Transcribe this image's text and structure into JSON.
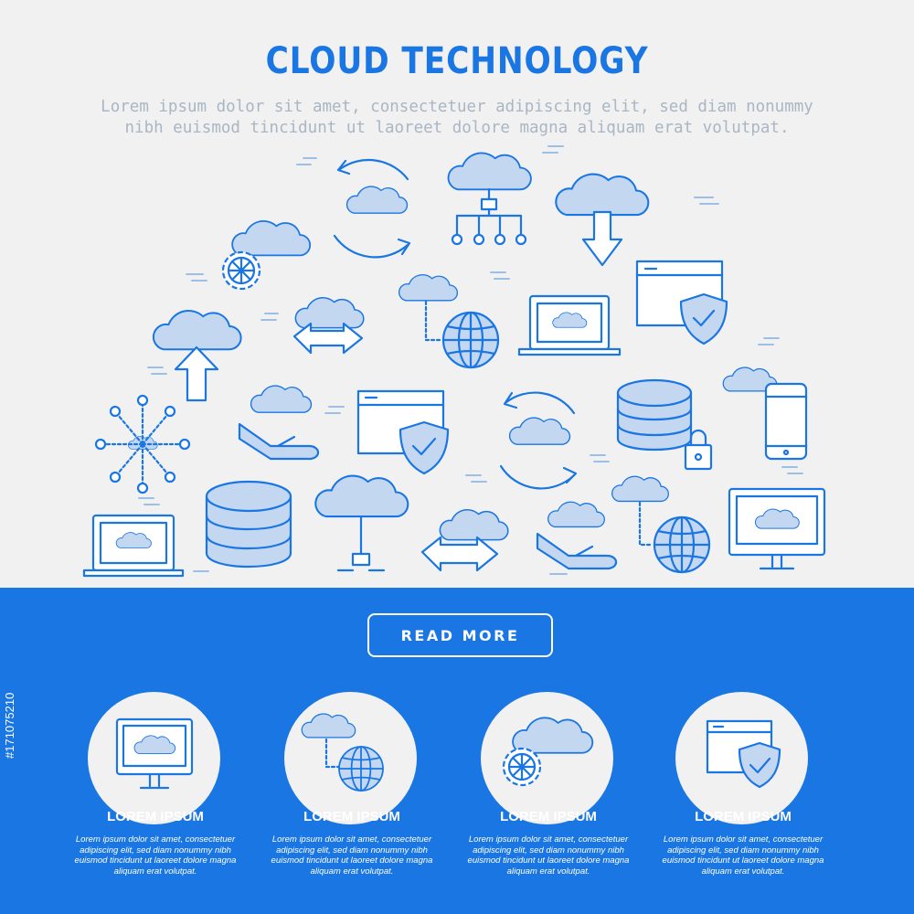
{
  "header": {
    "title": "CLOUD TECHNOLOGY",
    "subtitle_lines": [
      "Lorem ipsum dolor sit amet, consectetuer adipiscing elit, sed diam nonummy",
      "nibh euismod tincidunt ut laoreet dolore magna aliquam erat volutpat."
    ]
  },
  "cta": {
    "label": "READ MORE"
  },
  "features": [
    {
      "icon": "monitor-cloud-icon",
      "title": "LOREM IPSUM",
      "text_lines": [
        "Lorem ipsum dolor sit amet, consectetuer",
        "adipiscing elit, sed diam nonummy nibh",
        "euismod tincidunt ut laoreet dolore magna",
        "aliquam erat volutpat."
      ]
    },
    {
      "icon": "cloud-globe-icon",
      "title": "LOREM IPSUM",
      "text_lines": [
        "Lorem ipsum dolor sit amet, consectetuer",
        "adipiscing elit, sed diam nonummy nibh",
        "euismod tincidunt ut laoreet dolore magna",
        "aliquam erat volutpat."
      ]
    },
    {
      "icon": "cloud-gear-icon",
      "title": "LOREM IPSUM",
      "text_lines": [
        "Lorem ipsum dolor sit amet, consectetuer",
        "adipiscing elit, sed diam nonummy nibh",
        "euismod tincidunt ut laoreet dolore magna",
        "aliquam erat volutpat."
      ]
    },
    {
      "icon": "browser-shield-icon",
      "title": "LOREM IPSUM",
      "text_lines": [
        "Lorem ipsum dolor sit amet, consectetuer",
        "adipiscing elit, sed diam nonummy nibh",
        "euismod tincidunt ut laoreet dolore magna",
        "aliquam erat volutpat."
      ]
    }
  ],
  "stock_id": "#171075210",
  "colors": {
    "primary": "#1976e3",
    "icon_fill": "#c4d7f0",
    "background": "#f1f1f1",
    "subtitle": "#a9b6c4"
  }
}
